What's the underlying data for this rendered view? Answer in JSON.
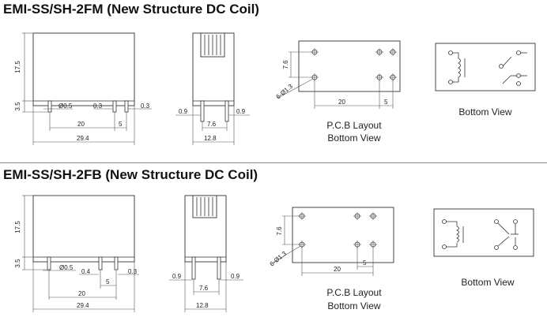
{
  "sections": [
    {
      "title": "EMI-SS/SH-2FM (New Structure DC Coil)",
      "side_view": {
        "height": "17.5",
        "pin_len": "3.5",
        "pin_dia": "Ø0.5",
        "pin_w1": "0.3",
        "pin_w2": "0.3",
        "span_20": "20",
        "span_5": "5",
        "length": "29.4"
      },
      "end_view": {
        "left_w": "0.9",
        "right_w": "0.9",
        "pitch": "7.6",
        "width": "12.8"
      },
      "pcb": {
        "row_pitch": "7.6",
        "holes": "6-Ø1.3",
        "span_20": "20",
        "span_5": "5",
        "caption_line1": "P.C.B Layout",
        "caption_line2": "Bottom View"
      },
      "schematic": {
        "caption": "Bottom View"
      }
    },
    {
      "title": "EMI-SS/SH-2FB (New Structure DC Coil)",
      "side_view": {
        "height": "17.5",
        "pin_len": "3.5",
        "pin_dia": "Ø0.5",
        "pin_w1": "0.4",
        "pin_w2": "0.3",
        "span_20": "20",
        "span_5": "5",
        "length": "29.4"
      },
      "end_view": {
        "left_w": "0.9",
        "right_w": "0.9",
        "pitch": "7.6",
        "width": "12.8"
      },
      "pcb": {
        "row_pitch": "7.6",
        "holes": "6-Ø1.3",
        "span_20": "20",
        "span_5": "5",
        "caption_line1": "P.C.B Layout",
        "caption_line2": "Bottom View"
      },
      "schematic": {
        "caption": "Bottom View"
      }
    }
  ]
}
